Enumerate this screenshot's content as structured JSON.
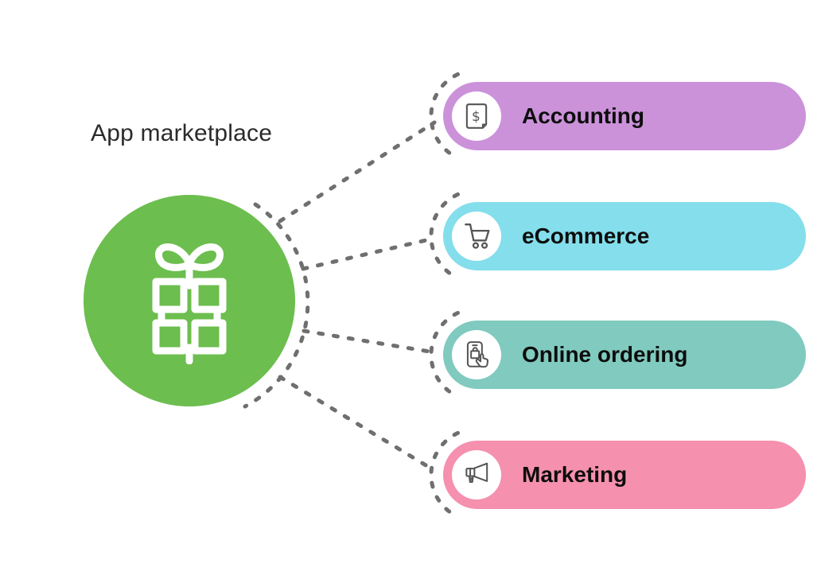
{
  "title": "App marketplace",
  "hub": {
    "icon": "gift-icon",
    "color": "#6cbe4e"
  },
  "categories": [
    {
      "label": "Accounting",
      "color": "#cb92da",
      "icon": "invoice-icon"
    },
    {
      "label": "eCommerce",
      "color": "#84deeb",
      "icon": "shopping-cart-icon"
    },
    {
      "label": "Online ordering",
      "color": "#80cabf",
      "icon": "mobile-order-icon"
    },
    {
      "label": "Marketing",
      "color": "#f590af",
      "icon": "megaphone-icon"
    }
  ],
  "connector_color": "#6f6f6f",
  "icon_stroke_color": "#555555",
  "label_color": "#0d0d0d",
  "title_color": "#2b2b2b",
  "background_color": "#ffffff"
}
